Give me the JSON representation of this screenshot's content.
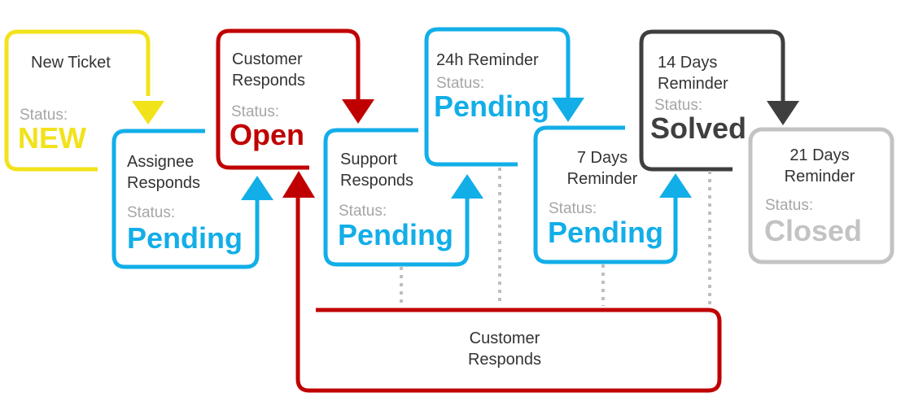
{
  "colors": {
    "new": "#f2e21a",
    "open": "#c00000",
    "pending": "#12aee8",
    "solved": "#3f3f3f",
    "closed": "#c3c3c3",
    "dotted": "#bfbfbf",
    "text": "#333333",
    "status_label": "#a6a6a6"
  },
  "nodes": {
    "new_ticket": {
      "title": "New Ticket",
      "status_label": "Status:",
      "status": "NEW"
    },
    "assignee_responds": {
      "title_line1": "Assignee",
      "title_line2": "Responds",
      "status_label": "Status:",
      "status": "Pending"
    },
    "customer_responds": {
      "title_line1": "Customer",
      "title_line2": "Responds",
      "status_label": "Status:",
      "status": "Open"
    },
    "support_responds": {
      "title_line1": "Support",
      "title_line2": "Responds",
      "status_label": "Status:",
      "status": "Pending"
    },
    "reminder_24h": {
      "title": "24h Reminder",
      "status_label": "Status:",
      "status": "Pending"
    },
    "reminder_7d": {
      "title_line1": "7 Days",
      "title_line2": "Reminder",
      "status_label": "Status:",
      "status": "Pending"
    },
    "reminder_14d": {
      "title_line1": "14 Days",
      "title_line2": "Reminder",
      "status_label": "Status:",
      "status": "Solved"
    },
    "reminder_21d": {
      "title_line1": "21 Days",
      "title_line2": "Reminder",
      "status_label": "Status:",
      "status": "Closed"
    }
  },
  "loop": {
    "label_line1": "Customer",
    "label_line2": "Responds"
  }
}
